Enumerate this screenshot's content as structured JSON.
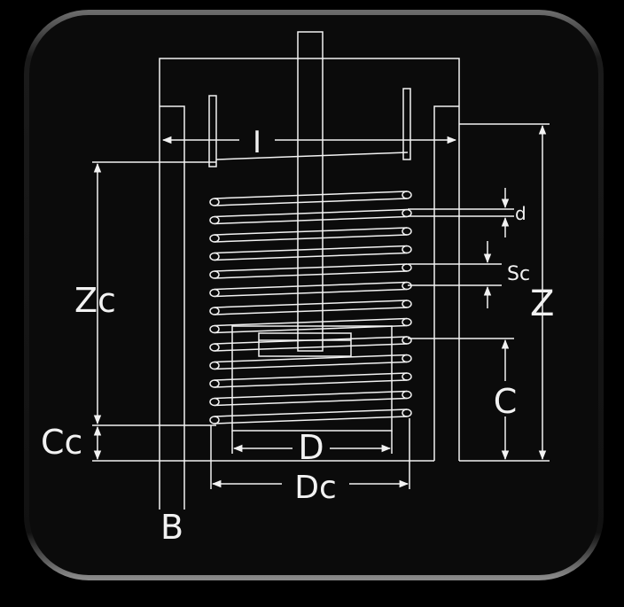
{
  "labels": {
    "I": "I",
    "d": "d",
    "Sc": "Sc",
    "Z": "Z",
    "Zc": "Zc",
    "C": "C",
    "Cc": "Cc",
    "D": "D",
    "Dc": "Dc",
    "B": "B"
  },
  "colors": {
    "background": "#000000",
    "panel": "#0b0b0b",
    "line": "#f2f2f2"
  },
  "coil": {
    "turns": 13
  }
}
